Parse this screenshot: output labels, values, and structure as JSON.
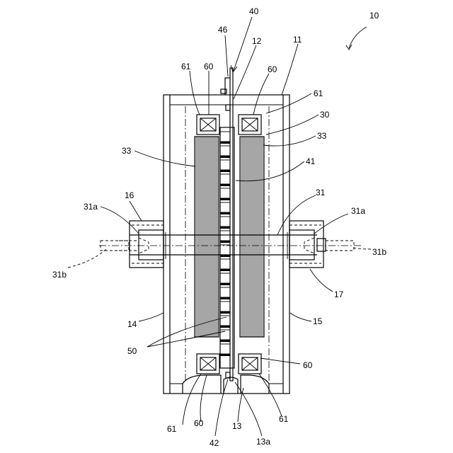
{
  "figure": {
    "labels": {
      "l10": "10",
      "l40": "40",
      "l46": "46",
      "l12": "12",
      "l11": "11",
      "l61_tl": "61",
      "l60_tl": "60",
      "l60_tr": "60",
      "l61_tr": "61",
      "l30": "30",
      "l33_r": "33",
      "l33_l": "33",
      "l41": "41",
      "l16": "16",
      "l31": "31",
      "l31a_l": "31a",
      "l31a_r": "31a",
      "l31b_l": "31b",
      "l31b_r": "31b",
      "l17": "17",
      "l14": "14",
      "l15": "15",
      "l50": "50",
      "l60_br": "60",
      "l61_bl": "61",
      "l60_bl": "60",
      "l13": "13",
      "l61_br": "61",
      "l42": "42",
      "l13a": "13a"
    }
  }
}
